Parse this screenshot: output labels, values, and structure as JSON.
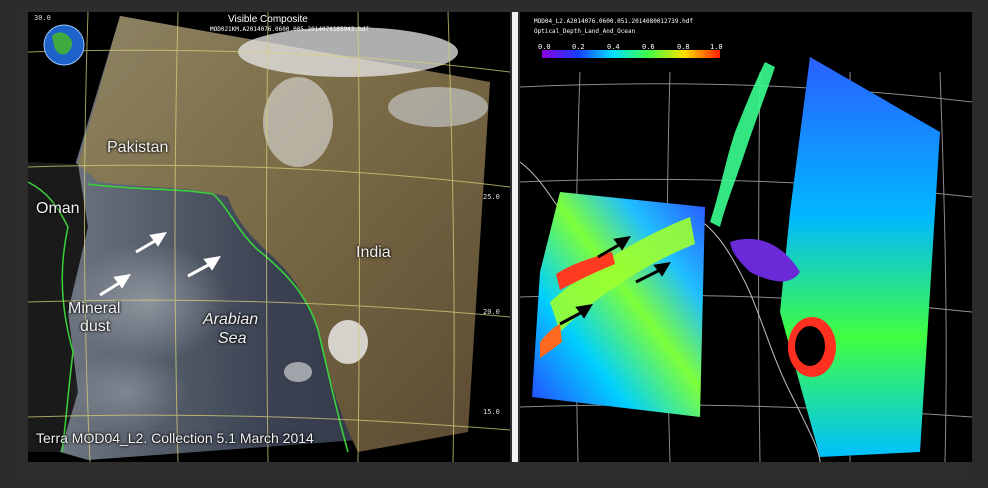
{
  "left_panel": {
    "title": "Visible Composite",
    "filename": "MOD021KM.A2014076.0600.005.2014076165943.hdf",
    "corner_tick": "30.0",
    "labels": {
      "pakistan": "Pakistan",
      "oman": "Oman",
      "india": "India",
      "mineral": "Mineral",
      "dust": "dust",
      "arabian": "Arabian",
      "sea": "Sea"
    },
    "caption": "Terra MOD04_L2.  Collection 5.1 March 2014",
    "tick_25": "25.0",
    "tick_20": "20.0",
    "tick_15": "15.0"
  },
  "right_panel": {
    "filename": "MOD04_L2.A2014076.0600.051.2014080012739.hdf",
    "product": "Optical_Depth_Land_And_Ocean",
    "colorbar_ticks": [
      "0.0",
      "0.2",
      "0.4",
      "0.6",
      "0.8",
      "1.0"
    ]
  },
  "colors": {
    "coastline": "#3bd13b",
    "gridline": "#d8d07a",
    "background": "#000000",
    "arrow": "#ffffff"
  },
  "icons": [
    "globe-icon"
  ]
}
